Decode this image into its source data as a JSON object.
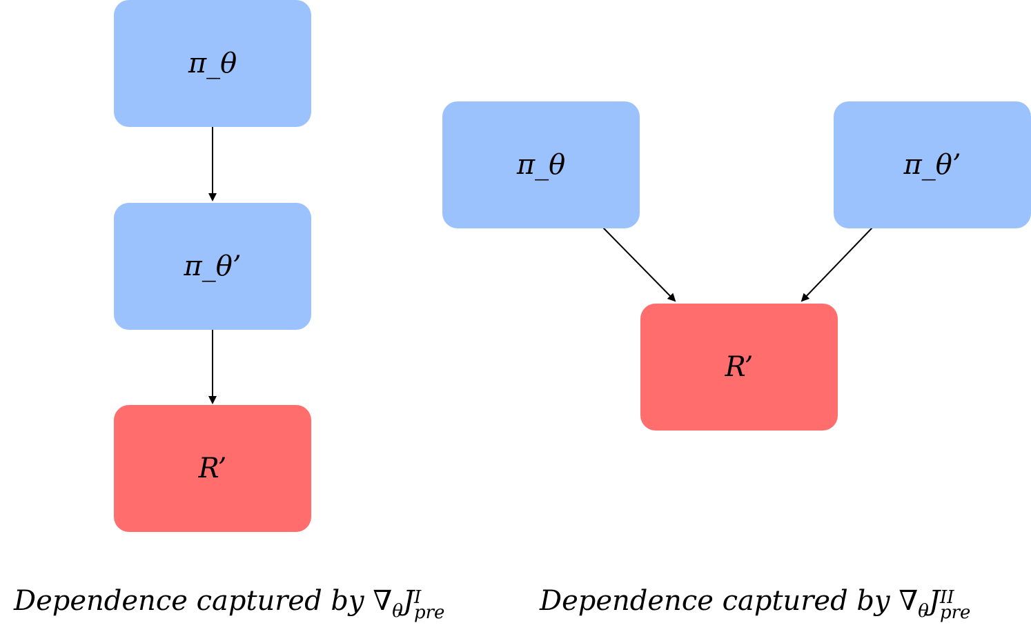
{
  "left_diagram": {
    "node_top": "π_θ",
    "node_middle": "π_θ’",
    "node_bottom": "R’"
  },
  "right_diagram": {
    "node_left": "π_θ",
    "node_right": "π_θ’",
    "node_bottom": "R’"
  },
  "captions": {
    "left": {
      "text": "Dependence captured by ",
      "nabla": "∇",
      "nabla_sub": "θ",
      "symbol": "J",
      "sup": "I",
      "sub": "pre"
    },
    "right": {
      "text": "Dependence captured by ",
      "nabla": "∇",
      "nabla_sub": "θ",
      "symbol": "J",
      "sup": "II",
      "sub": "pre"
    }
  },
  "colors": {
    "policy_node": "#9cc2fd",
    "reward_node": "#ff6d6d"
  }
}
